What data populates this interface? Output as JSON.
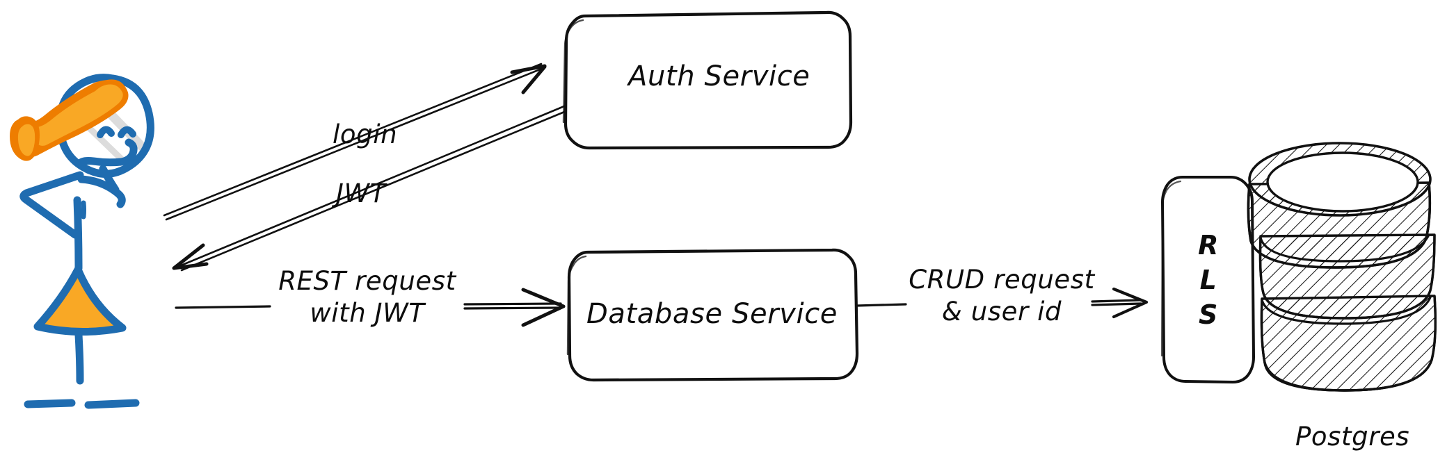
{
  "diagram": {
    "title": "Auth and database service flow with Postgres RLS",
    "background": "#ffffff",
    "colors": {
      "ink": "#101010",
      "figure_blue": "#1f6cb0",
      "hat_orange_dark": "#ee7d00",
      "hat_orange_light": "#f9a825",
      "skirt_orange": "#f9a825",
      "face_stripe_grey": "#dcdcdc"
    },
    "actor": {
      "name": "user-stick-figure",
      "description": "stick figure with orange hat and orange skirt"
    },
    "nodes": [
      {
        "id": "auth-service",
        "label": "Auth Service",
        "shape": "rounded-rect"
      },
      {
        "id": "database-service",
        "label": "Database Service",
        "shape": "rounded-rect"
      },
      {
        "id": "rls",
        "label": "RLS",
        "letters": [
          "R",
          "L",
          "S"
        ],
        "shape": "tall-rounded-rect"
      },
      {
        "id": "postgres",
        "label": "Postgres",
        "shape": "cylinder",
        "segments": 3
      }
    ],
    "edges": [
      {
        "id": "login",
        "label": "login",
        "from": "user",
        "to": "auth-service",
        "direction": "forward"
      },
      {
        "id": "jwt",
        "label": "JWT",
        "from": "auth-service",
        "to": "user",
        "direction": "backward"
      },
      {
        "id": "rest-request",
        "label_line1": "REST request",
        "label_line2": "with JWT",
        "from": "user",
        "to": "database-service",
        "direction": "forward"
      },
      {
        "id": "crud-request",
        "label_line1": "CRUD request",
        "label_line2": "& user id",
        "from": "database-service",
        "to": "rls",
        "direction": "forward"
      }
    ],
    "caption": {
      "postgres": "Postgres"
    }
  }
}
